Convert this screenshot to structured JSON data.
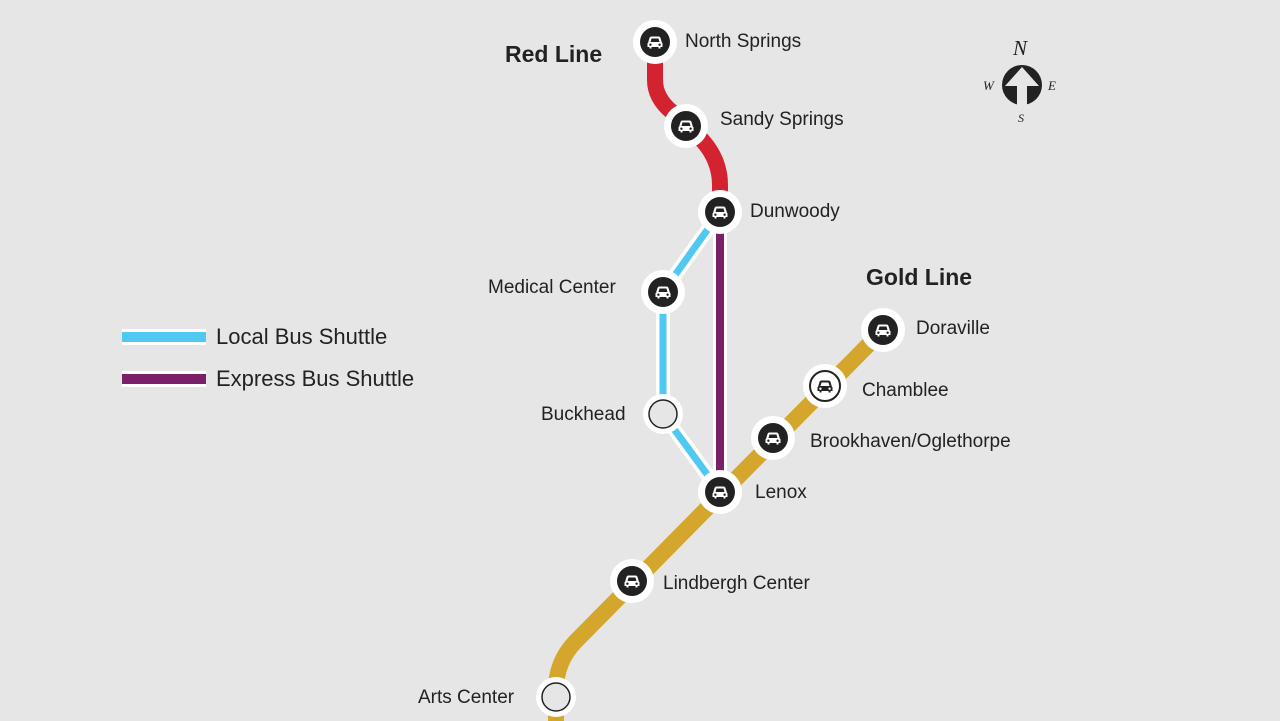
{
  "colors": {
    "background": "#e6e6e6",
    "red_line": "#d42330",
    "gold_line": "#d4a72c",
    "local_bus": "#4fc9f2",
    "express_bus": "#7a2068",
    "station_fill": "#222222",
    "station_ring": "#ffffff"
  },
  "line_titles": {
    "red": "Red Line",
    "gold": "Gold Line"
  },
  "legend": [
    {
      "label": "Local Bus Shuttle",
      "color": "#4fc9f2"
    },
    {
      "label": "Express Bus Shuttle",
      "color": "#7a2068"
    }
  ],
  "compass": {
    "n": "N",
    "s": "S",
    "e": "E",
    "w": "W"
  },
  "stations": [
    {
      "name": "North Springs",
      "line": "red",
      "icon": "car-icon"
    },
    {
      "name": "Sandy Springs",
      "line": "red",
      "icon": "car-icon"
    },
    {
      "name": "Dunwoody",
      "line": "red",
      "icon": "car-icon"
    },
    {
      "name": "Medical Center",
      "line": "local-bus",
      "icon": "car-icon"
    },
    {
      "name": "Buckhead",
      "line": "local-bus",
      "icon": "empty-station-icon"
    },
    {
      "name": "Doraville",
      "line": "gold",
      "icon": "car-icon"
    },
    {
      "name": "Chamblee",
      "line": "gold",
      "icon": "car-outline-icon"
    },
    {
      "name": "Brookhaven/Oglethorpe",
      "line": "gold",
      "icon": "car-icon"
    },
    {
      "name": "Lenox",
      "line": "gold",
      "icon": "car-icon"
    },
    {
      "name": "Lindbergh Center",
      "line": "gold",
      "icon": "car-icon"
    },
    {
      "name": "Arts Center",
      "line": "gold",
      "icon": "empty-station-icon"
    }
  ]
}
